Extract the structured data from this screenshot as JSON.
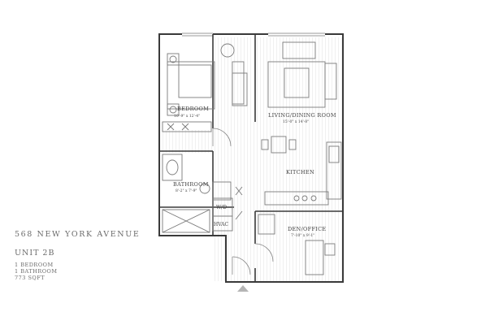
{
  "building": {
    "address": "568 NEW YORK AVENUE"
  },
  "unit": {
    "name": "UNIT 2B",
    "specs": [
      "1 BEDROOM",
      "1 BATHROOM",
      "773 SQFT"
    ]
  },
  "rooms": {
    "bedroom": {
      "label": "BEDROOM",
      "dims": "10'-9\" x 12'-4\""
    },
    "living": {
      "label": "LIVING/DINING ROOM",
      "dims": "15'-0\" x 14'-8\""
    },
    "kitchen": {
      "label": "KITCHEN"
    },
    "bathroom": {
      "label": "BATHROOM",
      "dims": "8'-2\" x 7'-9\""
    },
    "wd": {
      "label": "W/D"
    },
    "hvac": {
      "label": "HVAC"
    },
    "den": {
      "label": "DEN/OFFICE",
      "dims": "7'-10\" x 9'-1\""
    }
  },
  "colors": {
    "wall": "#3a3a3a",
    "line": "#7a7a7a",
    "floor_hatch": "#e2e2e2"
  },
  "icons": {
    "entry": "north-arrow-triangle-icon"
  }
}
